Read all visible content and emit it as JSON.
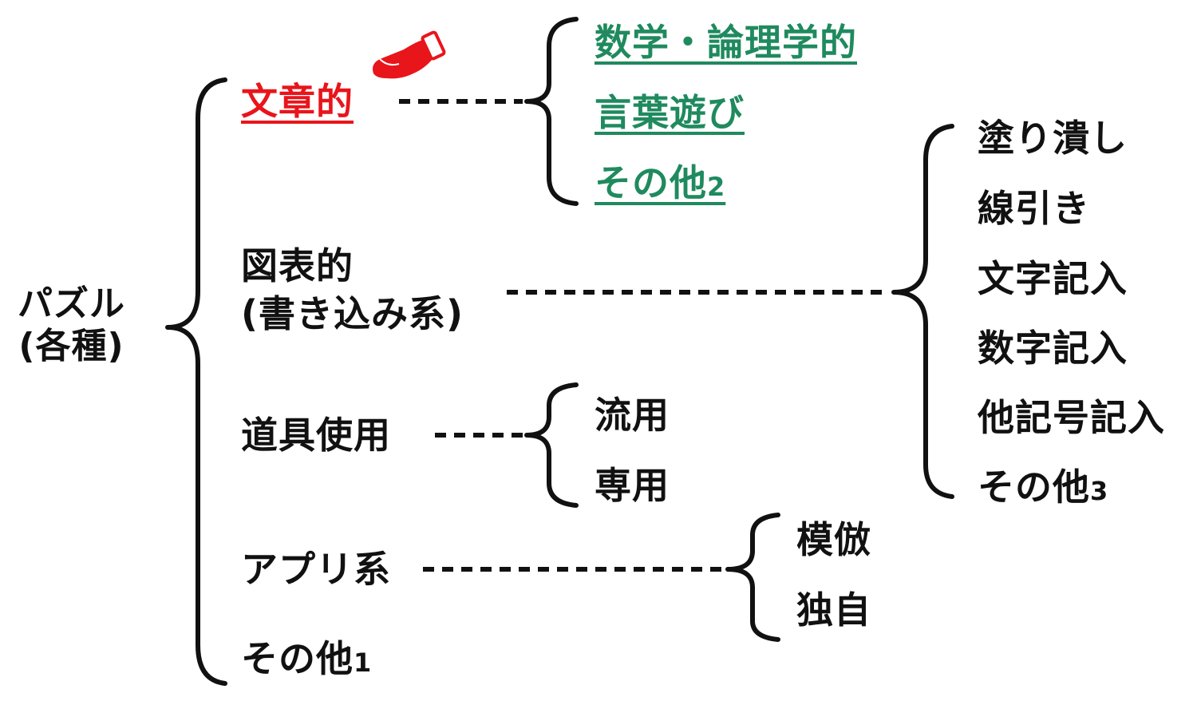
{
  "root": {
    "line1": "パズル",
    "line2": "(各種)"
  },
  "categories": [
    {
      "label": "文章的",
      "children": [
        {
          "main": "数学・論理学的",
          "sub": ""
        },
        {
          "main": "言葉遊び",
          "sub": ""
        },
        {
          "main": "その他",
          "sub": "2"
        }
      ]
    },
    {
      "line1": "図表的",
      "line2": "(書き込み系)",
      "children": [
        {
          "main": "塗り潰し",
          "sub": ""
        },
        {
          "main": "線引き",
          "sub": ""
        },
        {
          "main": "文字記入",
          "sub": ""
        },
        {
          "main": "数字記入",
          "sub": ""
        },
        {
          "main": "他記号記入",
          "sub": ""
        },
        {
          "main": "その他",
          "sub": "3"
        }
      ]
    },
    {
      "label": "道具使用",
      "children": [
        {
          "main": "流用",
          "sub": ""
        },
        {
          "main": "専用",
          "sub": ""
        }
      ]
    },
    {
      "label": "アプリ系",
      "children": [
        {
          "main": "模倣",
          "sub": ""
        },
        {
          "main": "独自",
          "sub": ""
        }
      ]
    },
    {
      "main": "その他",
      "sub": "1"
    }
  ],
  "colors": {
    "highlight": "#e8151b",
    "link": "#1f8a5e",
    "text": "#111111"
  },
  "icons": {
    "pointer": "pointing-hand-icon"
  }
}
